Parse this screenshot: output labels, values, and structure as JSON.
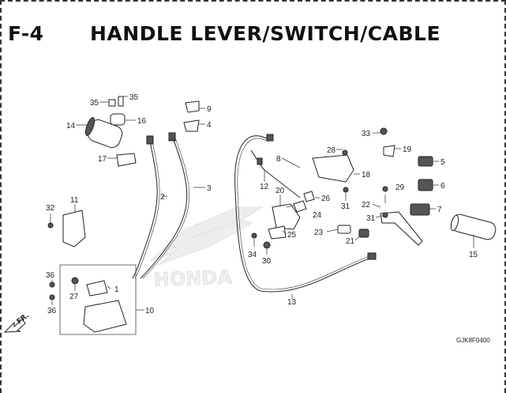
{
  "section_code": "F-4",
  "title": "HANDLE LEVER/SWITCH/CABLE",
  "watermark": "HONDA",
  "direction_label": "FR.",
  "diagram_code": "GJK8F0400",
  "callouts": {
    "c1": "1",
    "c2": "2",
    "c3": "3",
    "c4": "4",
    "c5": "5",
    "c6": "6",
    "c7": "7",
    "c8": "8",
    "c9": "9",
    "c10": "10",
    "c11": "11",
    "c12": "12",
    "c13": "13",
    "c14": "14",
    "c15": "15",
    "c16": "16",
    "c17": "17",
    "c18": "18",
    "c19": "19",
    "c20": "20",
    "c21": "21",
    "c22": "22",
    "c23": "23",
    "c24": "24",
    "c25": "25",
    "c26": "26",
    "c27": "27",
    "c28": "28",
    "c29": "29",
    "c30": "30",
    "c31a": "31",
    "c31b": "31",
    "c32": "32",
    "c33": "33",
    "c34": "34",
    "c35a": "35",
    "c35b": "35",
    "c36a": "36",
    "c36b": "36"
  }
}
